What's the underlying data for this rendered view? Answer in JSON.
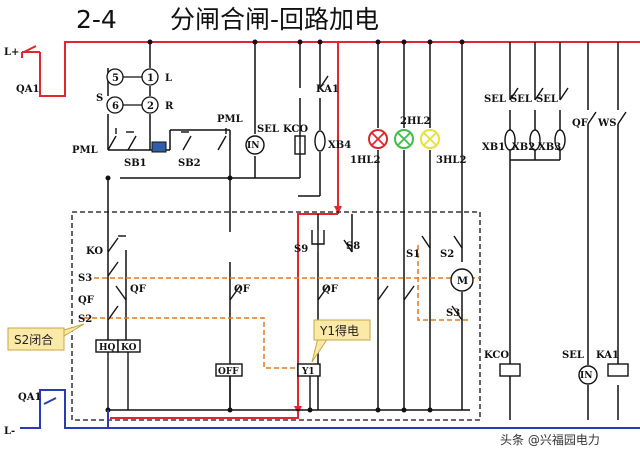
{
  "title": {
    "number": "2-4",
    "text": "分闸合闸-回路加电"
  },
  "bus": {
    "positive": "L+",
    "negative": "L-"
  },
  "breaker": "QA1",
  "labels": {
    "sw_5": "5",
    "sw_1": "1",
    "sw_6": "6",
    "sw_2": "2",
    "sw_L": "L",
    "sw_R": "R",
    "sw_S": "S",
    "pml_left": "PML",
    "pml_right": "PML",
    "sb1": "SB1",
    "sb2": "SB2",
    "sel_1": "SEL",
    "kco_1": "KCO",
    "ka1_top": "KA1",
    "in_1": "IN",
    "xb4": "XB4",
    "hl1": "1HL2",
    "hl2": "2HL2",
    "hl3": "3HL2",
    "ko_1": "KO",
    "s3_1": "S3",
    "qf_1": "QF",
    "s2_1": "S2",
    "qf_2": "QF",
    "qf_3": "QF",
    "qf_4": "QF",
    "s9": "S9",
    "s8": "S8",
    "s1": "S1",
    "s2_2": "S2",
    "motor": "M",
    "s3_2": "S3",
    "hq": "HQ",
    "ko_2": "KO",
    "off": "OFF",
    "y1": "Y1",
    "sel_a": "SEL",
    "sel_b": "SEL",
    "sel_c": "SEL",
    "xb1": "XB1",
    "xb2": "XB2",
    "xb3": "XB3",
    "qf_r": "QF",
    "ws": "WS",
    "kco_2": "KCO",
    "sel_2": "SEL",
    "ka1_bottom": "KA1",
    "in_2": "IN"
  },
  "callouts": {
    "s2_closed": "S2闭合",
    "y1_energized": "Y1得电"
  },
  "watermark": "头条 @兴福园电力",
  "colors": {
    "wire": "#111111",
    "energized": "#e0262e",
    "negative_path": "#2a3cb5",
    "dashed_path": "#e07a1e",
    "callout_fill": "#fbe9a8",
    "lamp_red": "#e0262e",
    "lamp_green": "#3cc04a",
    "lamp_yellow": "#e8e03a",
    "button_blue": "#2f5fa8"
  }
}
